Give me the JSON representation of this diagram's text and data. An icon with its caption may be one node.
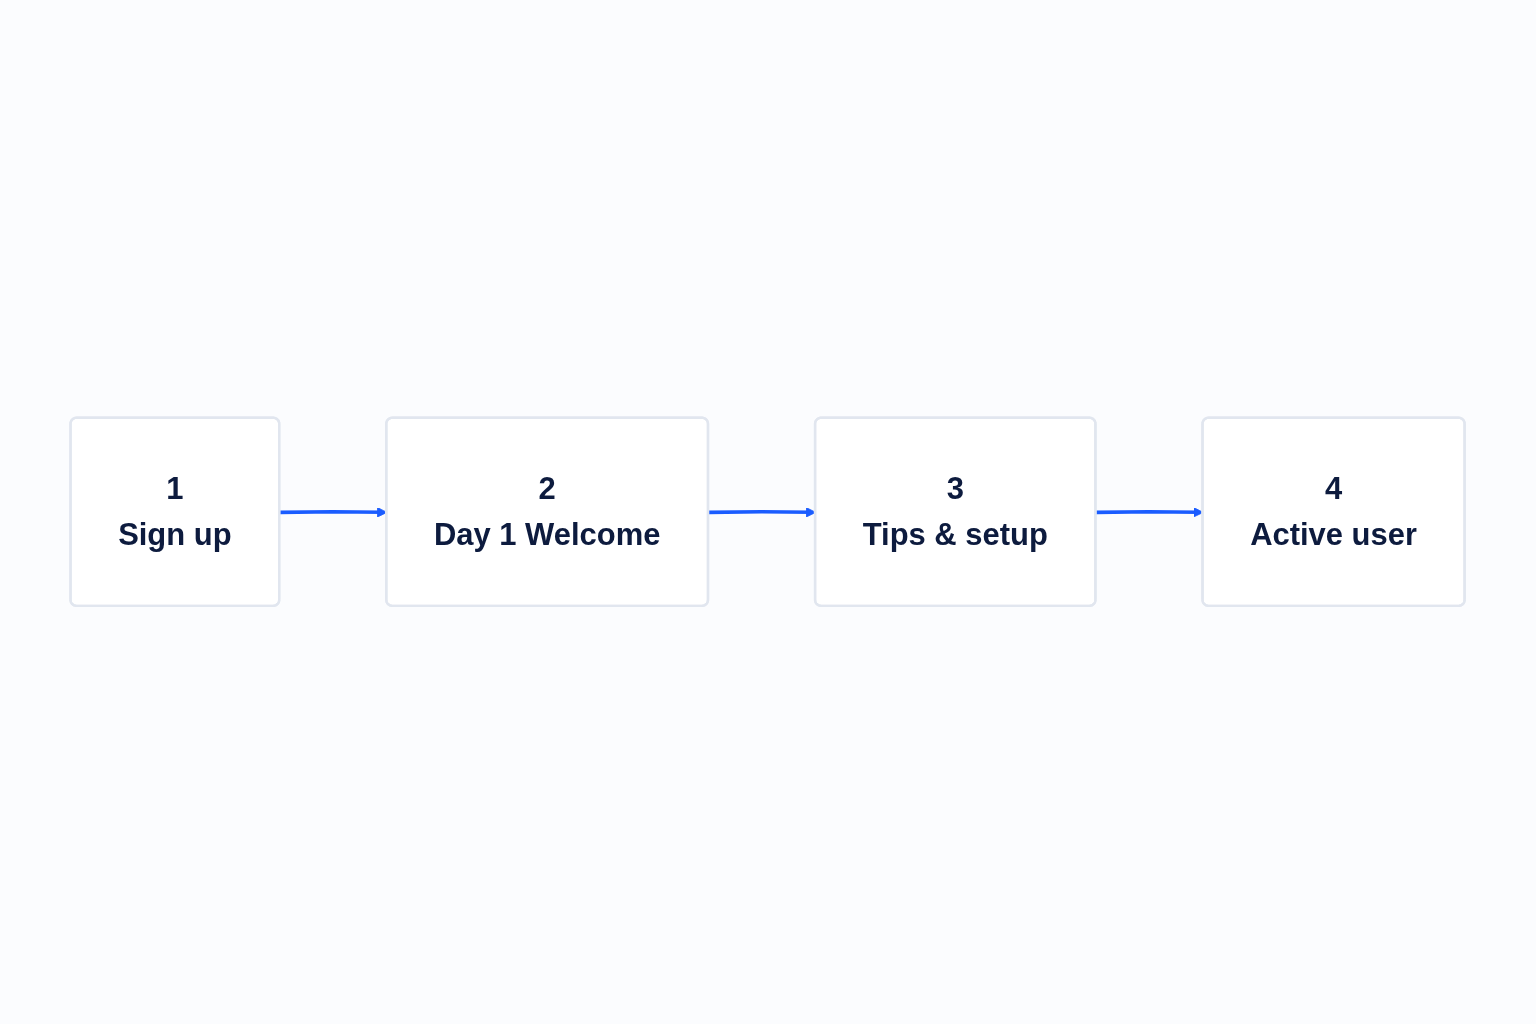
{
  "diagram": {
    "nodes": [
      {
        "text": [
          "1",
          "Sign up"
        ]
      },
      {
        "text": [
          "2",
          "Day 1 Welcome"
        ]
      },
      {
        "text": [
          "3",
          "Tips & setup"
        ]
      },
      {
        "text": [
          "4",
          "Active user"
        ]
      }
    ],
    "edges": [
      {
        "from": 0,
        "to": 1,
        "arrow": "to"
      },
      {
        "from": 1,
        "to": 2,
        "arrow": "to"
      },
      {
        "from": 2,
        "to": 3,
        "arrow": "to"
      }
    ]
  }
}
